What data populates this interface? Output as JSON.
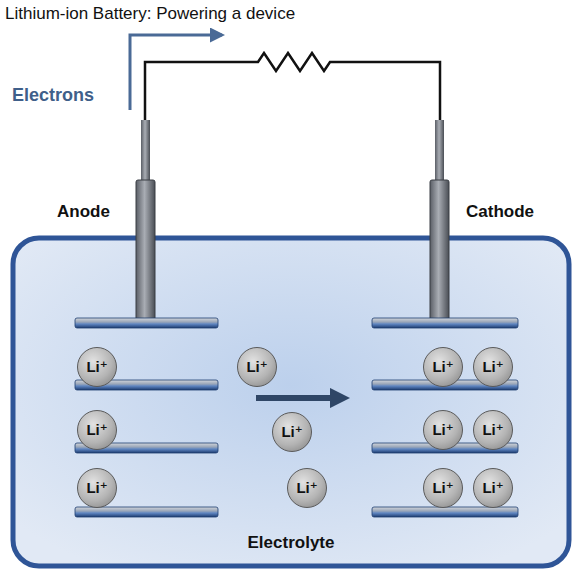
{
  "diagram": {
    "title": "Lithium-ion Battery: Powering a device",
    "nodes": [
      {
        "text": [
          "Electrolyte"
        ]
      },
      {
        "text": [
          "Li⁺"
        ],
        "in": 0
      },
      {
        "text": [
          "Li⁺"
        ],
        "in": 0
      },
      {
        "text": [
          "Li⁺"
        ],
        "in": 0
      },
      {
        "text": [
          "Li⁺"
        ],
        "in": 0
      },
      {
        "text": [
          "Li⁺"
        ],
        "in": 0
      },
      {
        "text": [
          "Li⁺"
        ],
        "in": 0
      },
      {
        "text": [
          "Li⁺"
        ],
        "in": 0
      },
      {
        "text": [
          "Li⁺"
        ],
        "in": 0
      },
      {
        "text": [
          "Li⁺"
        ],
        "in": 0
      },
      {
        "text": [
          "Li⁺"
        ],
        "in": 0
      },
      {
        "text": [
          "Li⁺"
        ],
        "in": 0
      },
      {
        "text": [
          "Li⁺"
        ],
        "in": 0
      }
    ],
    "labels": [
      "Electrons",
      "Anode",
      "Cathode"
    ]
  }
}
